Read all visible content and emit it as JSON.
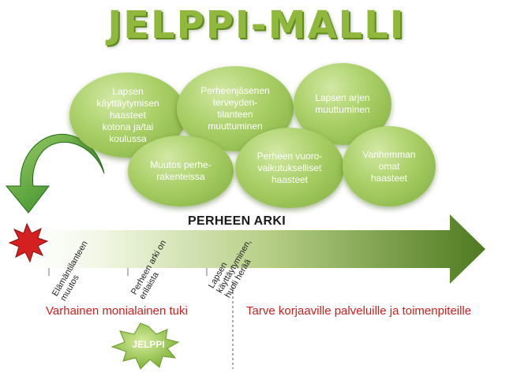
{
  "title": "JELPPI-MALLI",
  "bubbles": [
    {
      "text": "Lapsen\nkäyttäytymisen\nhaasteet\nkotona ja/tai\nkoulussa"
    },
    {
      "text": "Perheenjäsenen\nterveyden-\ntilanteen\nmuuttuminen"
    },
    {
      "text": "Lapsen arjen\nmuuttuminen"
    },
    {
      "text": "Muutos perhe-\nrakenteissa"
    },
    {
      "text": "Perheen vuoro-\nvaikutukselliset\nhaasteet"
    },
    {
      "text": "Vanhemman\nomat\nhaasteet"
    }
  ],
  "axis_title": "PERHEEN ARKI",
  "timeline_labels": [
    {
      "text": "Elämäntilanteen\nmuutos"
    },
    {
      "text": "Perheen arki on\nerilaista"
    },
    {
      "text": "Lapsen\nkäyttäytyminen,\nhuoli herää"
    }
  ],
  "phases": {
    "left": "Varhainen monialainen tuki",
    "right": "Tarve korjaaville palveluille ja toimenpiteille"
  },
  "badge": "JELPPI",
  "colors": {
    "title": "#8fb83c",
    "bubble": "#a9cf66",
    "arrow_dark": "#4e7a20",
    "curved_arrow": "#2e8b1e",
    "burst": "#d42020",
    "phase_text": "#d0201c"
  }
}
